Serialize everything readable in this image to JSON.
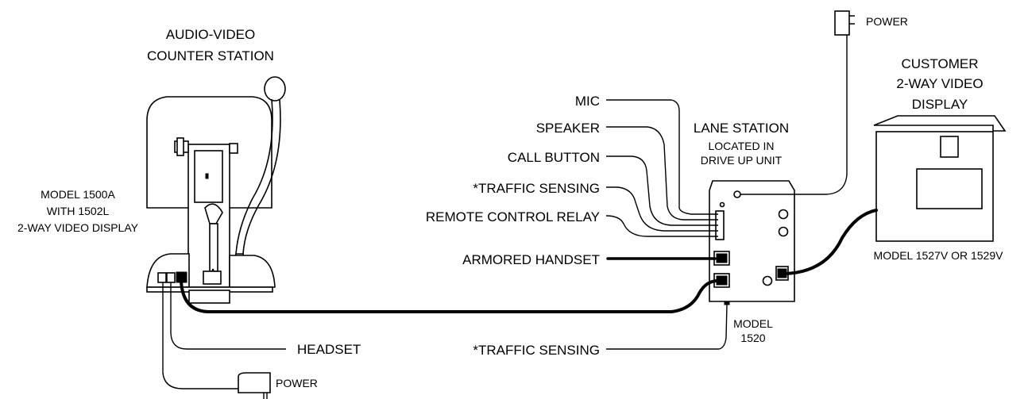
{
  "labels": {
    "counter_station": [
      "AUDIO-VIDEO",
      "COUNTER STATION"
    ],
    "model_1500a": [
      "MODEL 1500A",
      "WITH 1502L",
      "2-WAY VIDEO DISPLAY"
    ],
    "power_top": "POWER",
    "power_bottom": "POWER",
    "headset": "HEADSET",
    "mic": "MIC",
    "speaker": "SPEAKER",
    "call_button": "CALL BUTTON",
    "traffic_sensing_top": "*TRAFFIC SENSING",
    "remote_control_relay": "REMOTE CONTROL RELAY",
    "armored_handset": "ARMORED HANDSET",
    "traffic_sensing_bottom": "*TRAFFIC SENSING",
    "lane_station_title": "LANE STATION",
    "lane_station_sub": [
      "LOCATED IN",
      "DRIVE UP UNIT"
    ],
    "model_1520": [
      "MODEL",
      "1520"
    ],
    "customer_display": [
      "CUSTOMER",
      "2-WAY VIDEO",
      "DISPLAY"
    ],
    "model_1527v": "MODEL 1527V OR 1529V"
  }
}
